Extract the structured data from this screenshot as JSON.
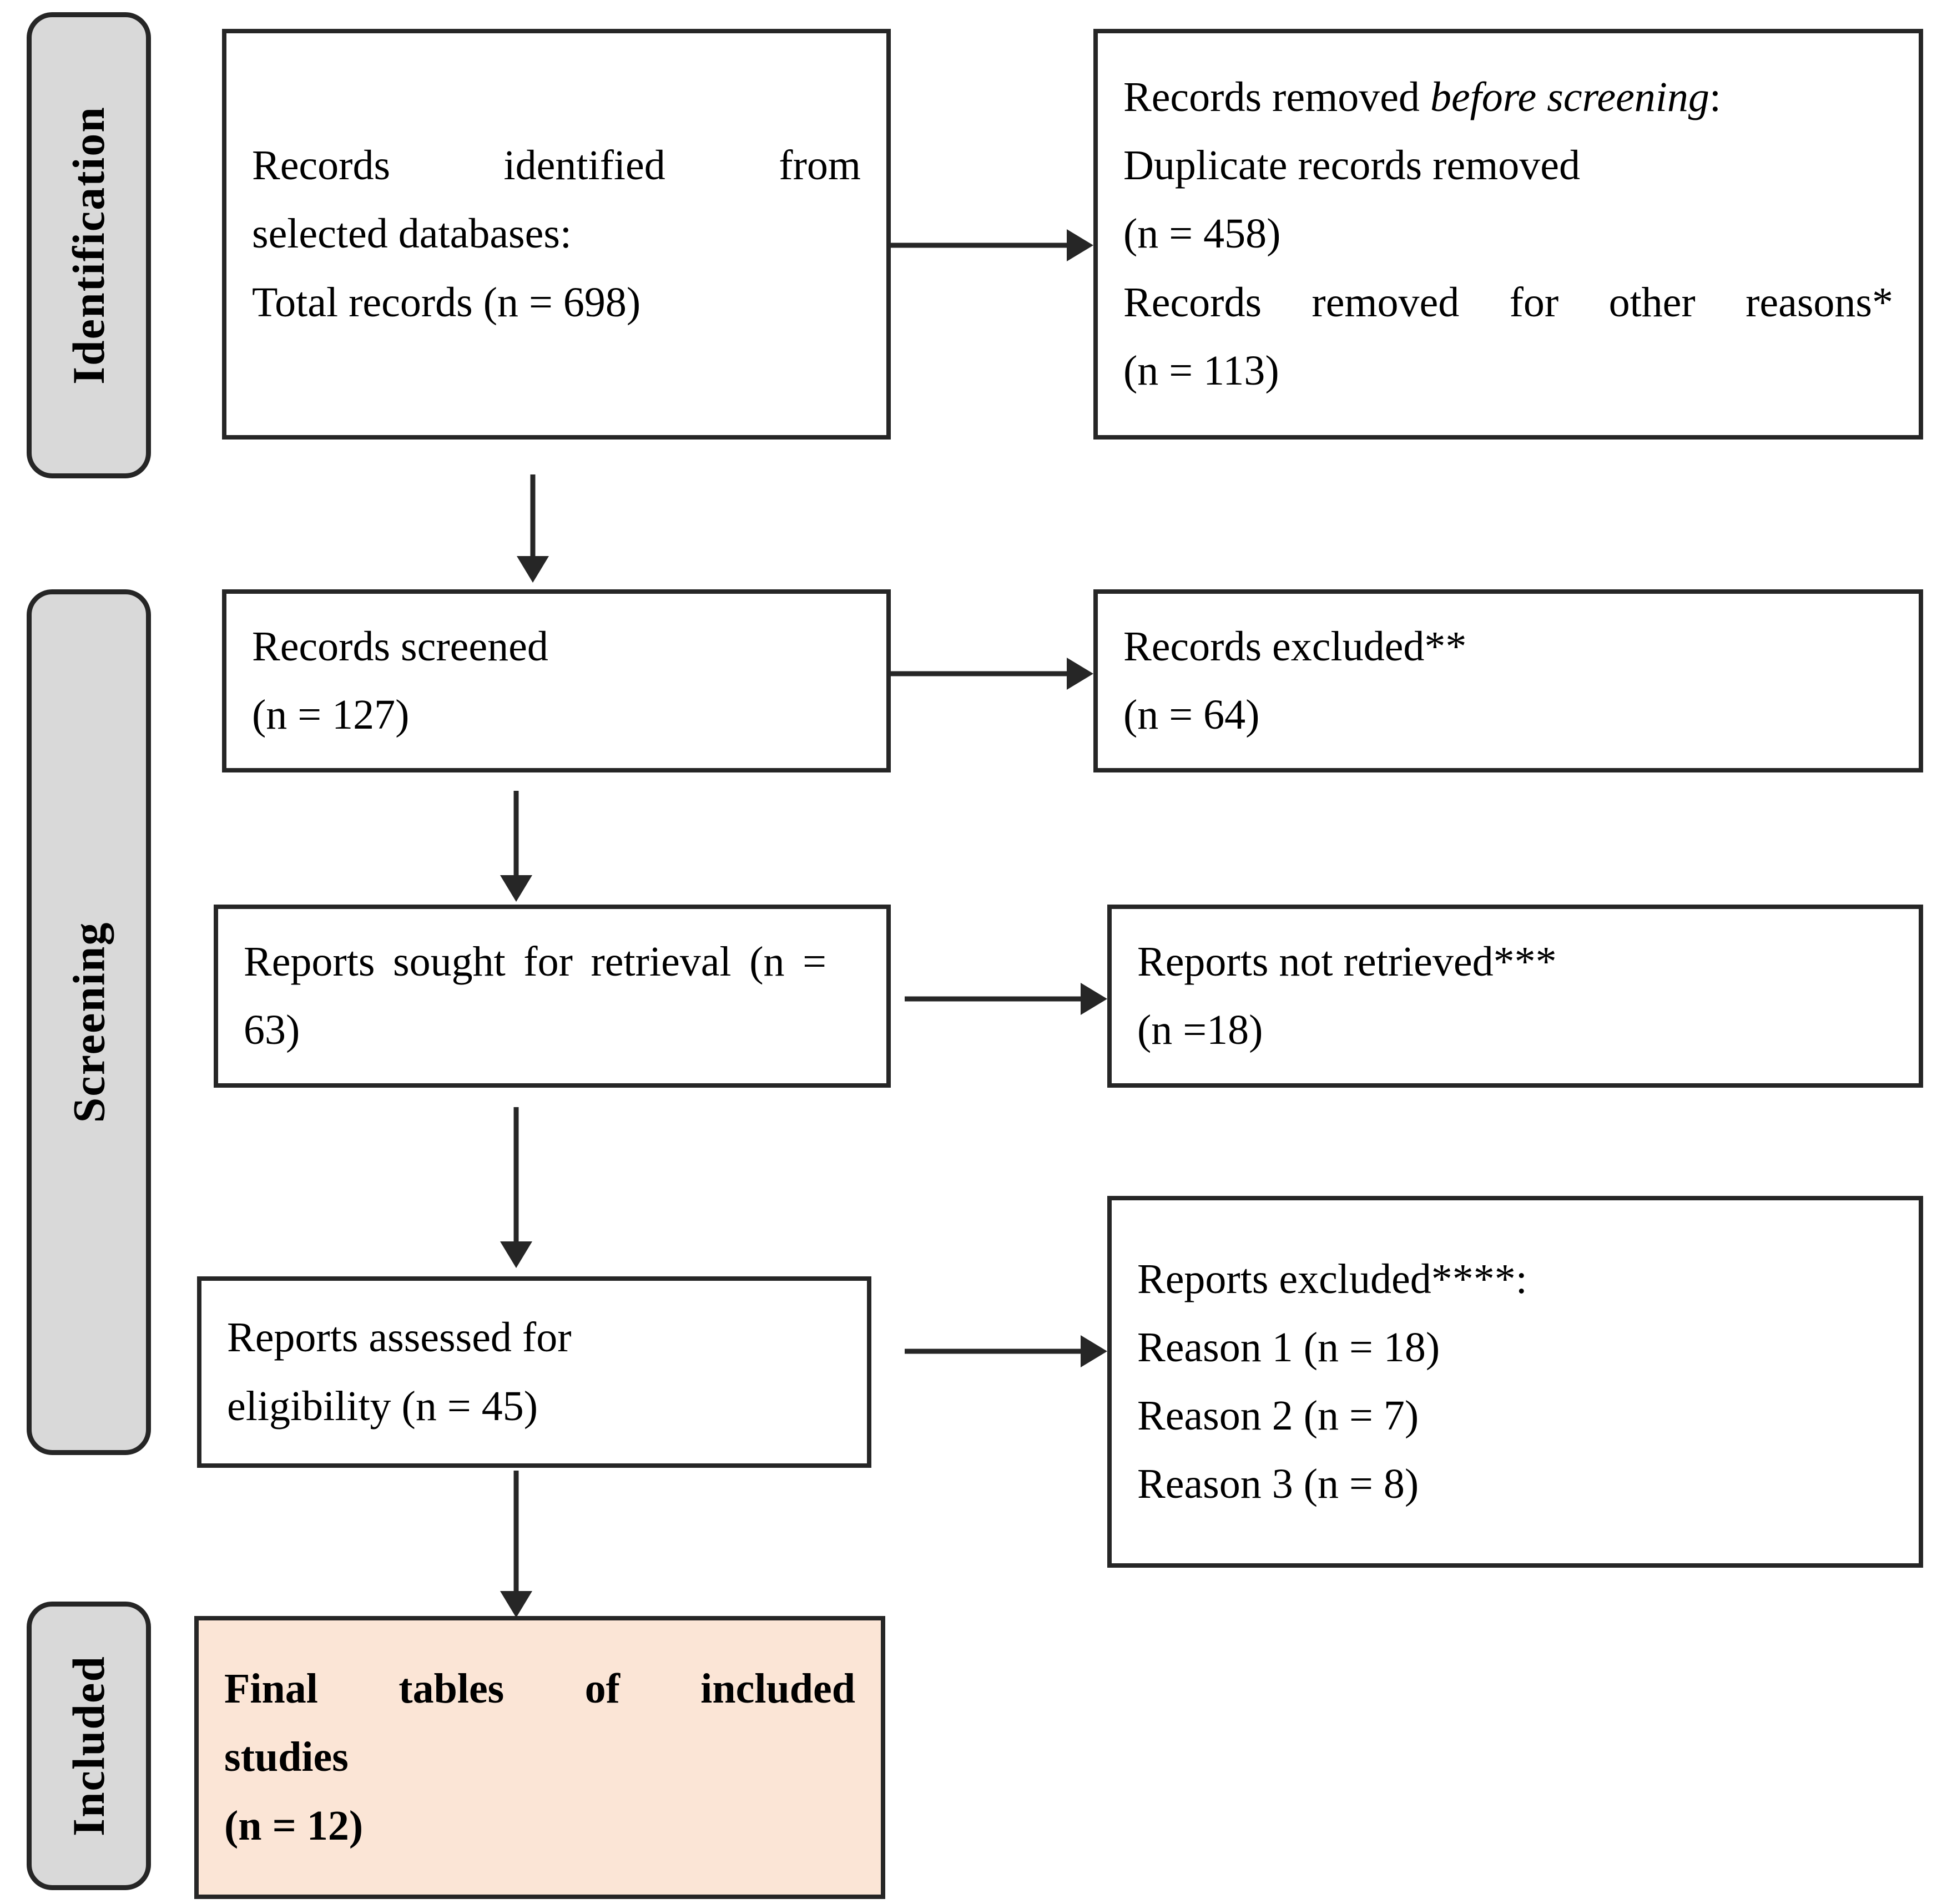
{
  "diagram": {
    "type": "prisma-flow-diagram",
    "accent_colors": {
      "stage_pill_fill": "#d9d9d9",
      "stage_pill_border": "#262626",
      "box_border": "#262626",
      "box_fill": "#ffffff",
      "included_box_fill": "#fbe5d6",
      "arrow": "#262626"
    }
  },
  "stages": [
    {
      "id": "identification",
      "label": "Identification"
    },
    {
      "id": "screening",
      "label": "Screening"
    },
    {
      "id": "included",
      "label": "Included"
    }
  ],
  "boxes": {
    "records_identified": {
      "line1": "Records identified from",
      "line2": "selected databases:",
      "line3": "Total records (n = 698)"
    },
    "records_removed": {
      "line1_prefix": "Records removed ",
      "line1_italic": "before screening",
      "line1_suffix": ":",
      "line2": "Duplicate records removed",
      "line3": "(n = 458)",
      "line4": "Records removed for other reasons*",
      "line5": "(n = 113)"
    },
    "records_screened": {
      "line1": "Records screened",
      "line2": "(n = 127)"
    },
    "records_excluded": {
      "line1": "Records excluded**",
      "line2": "(n = 64)"
    },
    "reports_sought": {
      "line1": "Reports sought for retrieval (n = 63)"
    },
    "reports_not_retrieved": {
      "line1": "Reports not retrieved***",
      "line2": "(n =18)"
    },
    "reports_assessed": {
      "line1": "Reports assessed for",
      "line2": "eligibility (n = 45)"
    },
    "reports_excluded": {
      "line1": "Reports excluded****:",
      "line2": "Reason 1 (n = 18)",
      "line3": "Reason 2 (n = 7)",
      "line4": "Reason 3 (n = 8)"
    },
    "final_included": {
      "line1": "Final tables of included",
      "line2": "studies",
      "line3": "(n = 12)"
    }
  },
  "chart_data": {
    "type": "diagram",
    "title": "PRISMA flow diagram",
    "nodes": [
      {
        "id": "records_identified",
        "stage": "Identification",
        "label": "Records identified from selected databases: Total records",
        "n": 698
      },
      {
        "id": "records_removed_duplicates",
        "stage": "Identification",
        "label": "Duplicate records removed",
        "n": 458
      },
      {
        "id": "records_removed_other",
        "stage": "Identification",
        "label": "Records removed for other reasons*",
        "n": 113
      },
      {
        "id": "records_screened",
        "stage": "Screening",
        "label": "Records screened",
        "n": 127
      },
      {
        "id": "records_excluded",
        "stage": "Screening",
        "label": "Records excluded**",
        "n": 64
      },
      {
        "id": "reports_sought",
        "stage": "Screening",
        "label": "Reports sought for retrieval",
        "n": 63
      },
      {
        "id": "reports_not_retrieved",
        "stage": "Screening",
        "label": "Reports not retrieved***",
        "n": 18
      },
      {
        "id": "reports_assessed",
        "stage": "Screening",
        "label": "Reports assessed for eligibility",
        "n": 45
      },
      {
        "id": "reports_excluded_reason1",
        "stage": "Screening",
        "label": "Reason 1",
        "n": 18
      },
      {
        "id": "reports_excluded_reason2",
        "stage": "Screening",
        "label": "Reason 2",
        "n": 7
      },
      {
        "id": "reports_excluded_reason3",
        "stage": "Screening",
        "label": "Reason 3",
        "n": 8
      },
      {
        "id": "final_included",
        "stage": "Included",
        "label": "Final tables of included studies",
        "n": 12
      }
    ],
    "edges": [
      {
        "from": "records_identified",
        "to": "records_removed_duplicates",
        "direction": "right"
      },
      {
        "from": "records_identified",
        "to": "records_screened",
        "direction": "down"
      },
      {
        "from": "records_screened",
        "to": "records_excluded",
        "direction": "right"
      },
      {
        "from": "records_screened",
        "to": "reports_sought",
        "direction": "down"
      },
      {
        "from": "reports_sought",
        "to": "reports_not_retrieved",
        "direction": "right"
      },
      {
        "from": "reports_sought",
        "to": "reports_assessed",
        "direction": "down"
      },
      {
        "from": "reports_assessed",
        "to": "reports_excluded_reason1",
        "direction": "right"
      },
      {
        "from": "reports_assessed",
        "to": "final_included",
        "direction": "down"
      }
    ]
  }
}
